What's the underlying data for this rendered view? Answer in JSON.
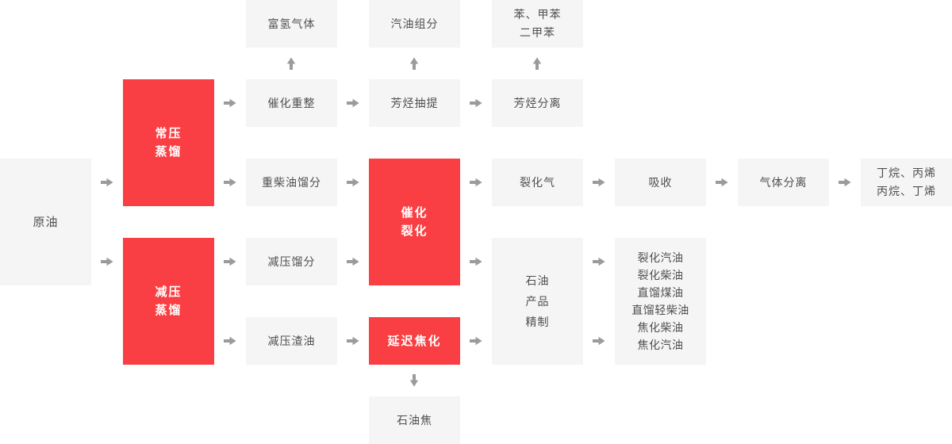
{
  "colors": {
    "accent_red": "#f93f43",
    "node_background": "#f5f5f6",
    "node_text": "#4f4f4f",
    "arrow_gray": "#9b9b9b",
    "red_node_text": "#ffffff",
    "page_background": "#ffffff"
  },
  "nodes": {
    "crude_oil": {
      "label": "原油"
    },
    "atmospheric_distillation": {
      "label": "常压\n蒸馏"
    },
    "vacuum_distillation": {
      "label": "减压\n蒸馏"
    },
    "hydrogen_rich_gas": {
      "label": "富氢气体"
    },
    "catalytic_reforming": {
      "label": "催化重整"
    },
    "heavy_diesel_fraction": {
      "label": "重柴油馏分"
    },
    "vacuum_fraction": {
      "label": "减压馏分"
    },
    "vacuum_residue": {
      "label": "减压渣油"
    },
    "gasoline_component": {
      "label": "汽油组分"
    },
    "aromatics_extraction": {
      "label": "芳烃抽提"
    },
    "catalytic_cracking": {
      "label": "催化\n裂化"
    },
    "delayed_coking": {
      "label": "延迟焦化"
    },
    "petroleum_coke": {
      "label": "石油焦"
    },
    "benzene_toluene_xylene": {
      "label": "苯、甲苯\n二甲苯"
    },
    "aromatics_separation": {
      "label": "芳烃分离"
    },
    "cracked_gas": {
      "label": "裂化气"
    },
    "petroleum_product_refining": {
      "label": "石油\n产品\n精制"
    },
    "absorption": {
      "label": "吸收"
    },
    "refined_products": {
      "label": "裂化汽油\n裂化柴油\n直馏煤油\n直馏轻柴油\n焦化柴油\n焦化汽油"
    },
    "gas_separation": {
      "label": "气体分离"
    },
    "butane_propylene_products": {
      "label": "丁烷、丙烯\n丙烷、丁烯"
    }
  },
  "flows": [
    {
      "from": "原油",
      "to": "常压蒸馏"
    },
    {
      "from": "原油",
      "to": "减压蒸馏"
    },
    {
      "from": "常压蒸馏",
      "to": "催化重整"
    },
    {
      "from": "常压蒸馏",
      "to": "重柴油馏分"
    },
    {
      "from": "减压蒸馏",
      "to": "减压馏分"
    },
    {
      "from": "减压蒸馏",
      "to": "减压渣油"
    },
    {
      "from": "催化重整",
      "to": "富氢气体"
    },
    {
      "from": "催化重整",
      "to": "芳烃抽提"
    },
    {
      "from": "芳烃抽提",
      "to": "汽油组分"
    },
    {
      "from": "芳烃抽提",
      "to": "芳烃分离"
    },
    {
      "from": "芳烃分离",
      "to": "苯、甲苯二甲苯"
    },
    {
      "from": "重柴油馏分",
      "to": "催化裂化"
    },
    {
      "from": "减压馏分",
      "to": "催化裂化"
    },
    {
      "from": "催化裂化",
      "to": "裂化气"
    },
    {
      "from": "催化裂化",
      "to": "石油产品精制"
    },
    {
      "from": "裂化气",
      "to": "吸收"
    },
    {
      "from": "吸收",
      "to": "气体分离"
    },
    {
      "from": "气体分离",
      "to": "丁烷、丙烯 丙烷、丁烯"
    },
    {
      "from": "减压渣油",
      "to": "延迟焦化"
    },
    {
      "from": "延迟焦化",
      "to": "石油产品精制"
    },
    {
      "from": "延迟焦化",
      "to": "石油焦"
    },
    {
      "from": "石油产品精制",
      "to": "裂化汽油 裂化柴油 直馏煤油 直馏轻柴油 焦化柴油 焦化汽油"
    },
    {
      "from": "石油产品精制",
      "to": "裂化汽油 裂化柴油 直馏煤油 直馏轻柴油 焦化柴油 焦化汽油"
    }
  ]
}
